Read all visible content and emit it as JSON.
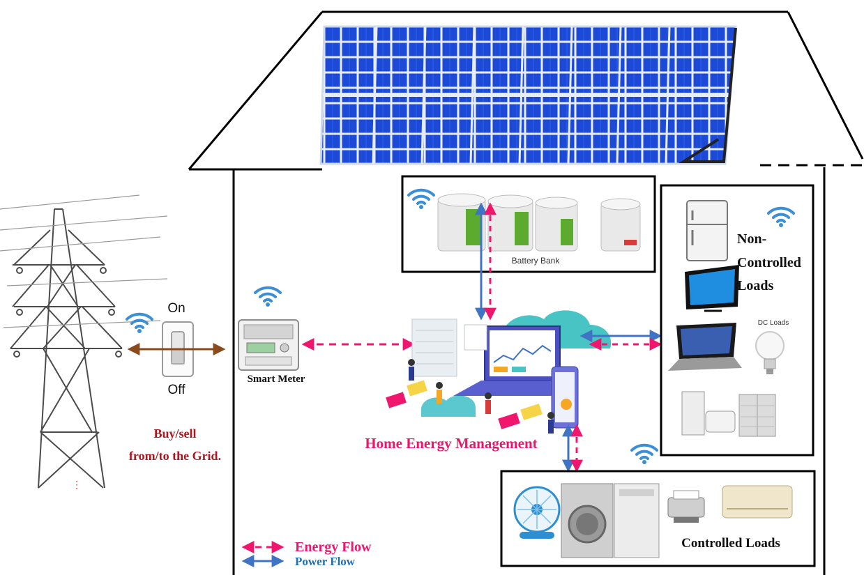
{
  "labels": {
    "switch_on": "On",
    "switch_off": "Off",
    "smart_meter": "Smart Meter",
    "grid_trade_line1": "Buy/sell",
    "grid_trade_line2": "from/to the Grid.",
    "battery_bank": "Battery Bank",
    "non_controlled_line1": "Non-",
    "non_controlled_line2": "Controlled",
    "non_controlled_line3": "Loads",
    "dc_loads": "DC Loads",
    "hem": "Home Energy Management",
    "controlled_loads": "Controlled Loads"
  },
  "legend": {
    "energy_flow": "Energy Flow",
    "power_flow": "Power Flow"
  },
  "colors": {
    "energy_flow": "#f0166e",
    "power_flow": "#3f73c4",
    "grid_link": "#8b4a1c",
    "grid_text": "#b0141c",
    "hem_text": "#e8176c",
    "legend_power_text": "#1f6fb5",
    "wifi": "#3a8fd6",
    "solar_cell": "#1c49d6",
    "solar_frame": "#e6edf7"
  }
}
